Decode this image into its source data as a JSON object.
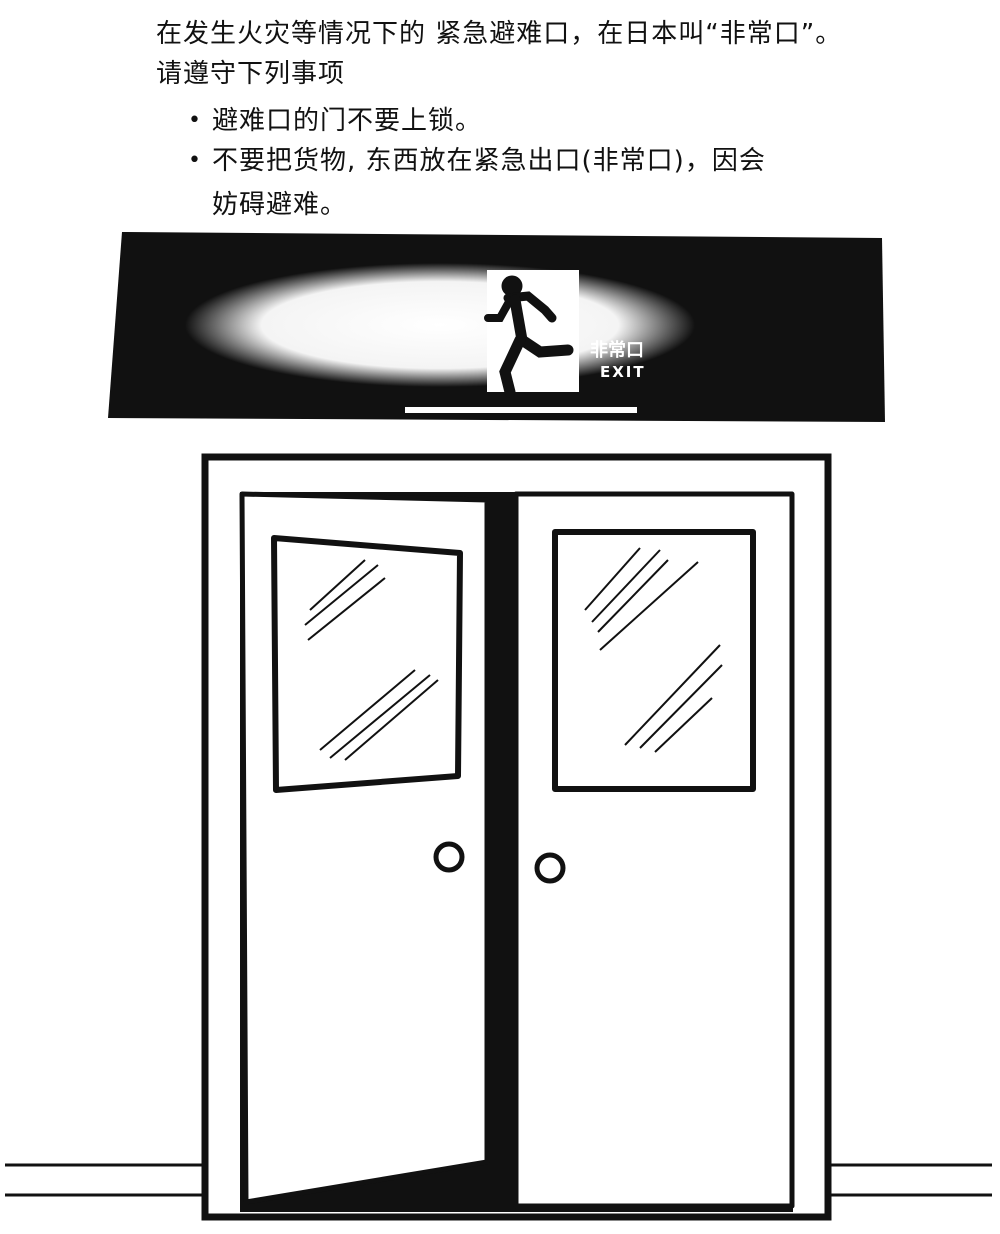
{
  "notice": {
    "intro_line1": "在发生火灾等情况下的 紧急避难口，在日本叫“非常口”。",
    "intro_line2": "请遵守下列事项",
    "rules": [
      {
        "line1": "避难口的门不要上锁。"
      },
      {
        "line1": "不要把货物, 东西放在紧急出口(非常口)，因会",
        "line2": "妨碍避难。"
      }
    ],
    "bullet": "•"
  },
  "exit_sign": {
    "label_jp": "非常口",
    "label_en": "EXIT"
  }
}
